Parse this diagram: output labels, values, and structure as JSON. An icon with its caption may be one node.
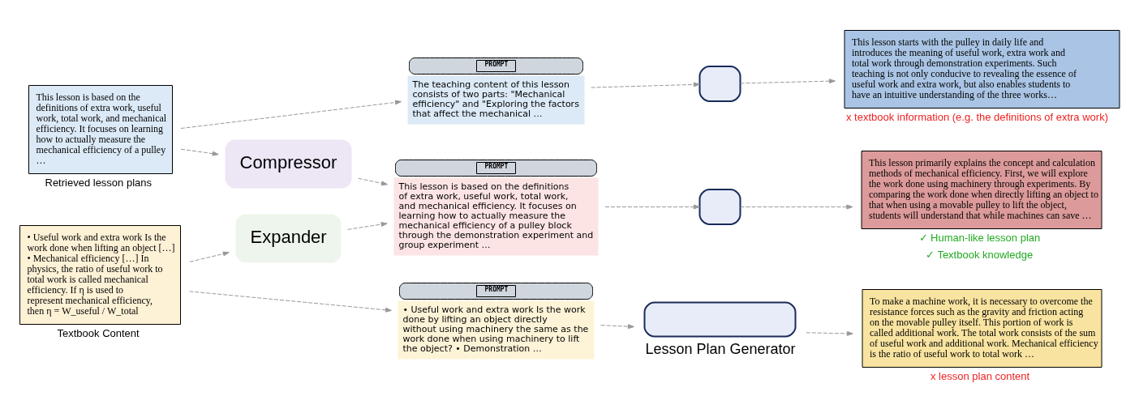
{
  "diagram": {
    "nodes": [
      {
        "text": [
          "This lesson is based on the definitions of extra work, useful work, total work, and mechanical efficiency. It focuses on learning how to actually measure the mechanical efficiency of a pulley …"
        ],
        "beside": [
          "Retrieved lesson plans"
        ]
      },
      {
        "text": [
          "• Useful work and extra work Is the work done when lifting an object […] • Mechanical efficiency […] In physics, the ratio of useful work to total work is called mechanical efficiency. If η is used to represent mechanical efficiency, then η = W_useful / W_total"
        ],
        "beside": [
          "Textbook Content"
        ]
      },
      {
        "text": [
          "Compressor"
        ]
      },
      {
        "text": [
          "Expander"
        ]
      },
      {
        "text": [
          "PROMPT",
          "The teaching content of this lesson consists of two parts: \"Mechanical efficiency\" and \"Exploring the factors that affect the mechanical …"
        ]
      },
      {
        "text": [
          "PROMPT",
          "This lesson is based on the definitions of extra work, useful work, total work, and mechanical efficiency. It focuses on learning how to actually measure the mechanical efficiency of a pulley block through the demonstration experiment and group experiment …"
        ]
      },
      {
        "text": [
          "PROMPT",
          "• Useful work and extra work Is the work done by lifting an object directly without using machinery the same as the work done when using machinery to lift the object? • Demonstration …"
        ]
      },
      {
        "text": [],
        "shape": "robot"
      },
      {
        "text": [],
        "shape": "robot"
      },
      {
        "text": [],
        "shape": "robot",
        "beside": [
          "Lesson Plan Generator"
        ]
      },
      {
        "text": [
          "This lesson starts with the pulley in daily life and introduces the meaning of useful work, extra work and total work through demonstration experiments. Such teaching is not only conducive to revealing the essence of useful work and extra work, but also enables students to have an intuitive understanding of the three works…"
        ],
        "beside": [
          "x textbook information (e.g. the definitions of extra work)"
        ]
      },
      {
        "text": [
          "This lesson primarily explains the concept and calculation methods of mechanical efficiency. First, we will explore the work done using machinery through experiments. By comparing the work done when directly lifting an object to that when using a movable pulley to lift the object, students will understand that while machines can save …"
        ],
        "beside": [
          "✓ Human-like lesson plan",
          "✓ Textbook knowledge"
        ]
      },
      {
        "text": [
          "To make a machine work, it is necessary to overcome the resistance forces such as the gravity and friction acting on the movable pulley itself. This portion of work is called additional work. The total work consists of the sum of useful work and additional work. Mechanical efficiency is the ratio of useful work to total work …"
        ],
        "beside": [
          "x lesson plan content"
        ]
      }
    ],
    "edges": [
      {
        "from": 0,
        "to": 4,
        "arrow": "to",
        "style": "dashed"
      },
      {
        "from": 0,
        "to": 2,
        "arrow": "to",
        "style": "dashed"
      },
      {
        "from": 1,
        "to": 3,
        "arrow": "to",
        "style": "dashed"
      },
      {
        "from": 1,
        "to": 6,
        "arrow": "to",
        "style": "dashed"
      },
      {
        "from": 2,
        "to": 5,
        "arrow": "to",
        "style": "dashed"
      },
      {
        "from": 3,
        "to": 5,
        "arrow": "to",
        "style": "dashed"
      },
      {
        "from": 4,
        "to": 7,
        "arrow": "to",
        "style": "dashed"
      },
      {
        "from": 5,
        "to": 8,
        "arrow": "to",
        "style": "dashed"
      },
      {
        "from": 6,
        "to": 9,
        "arrow": "to",
        "style": "dashed"
      },
      {
        "from": 7,
        "to": 10,
        "arrow": "to",
        "style": "dashed"
      },
      {
        "from": 8,
        "to": 11,
        "arrow": "to",
        "style": "dashed"
      },
      {
        "from": 9,
        "to": 12,
        "arrow": "to",
        "style": "dashed"
      }
    ]
  }
}
